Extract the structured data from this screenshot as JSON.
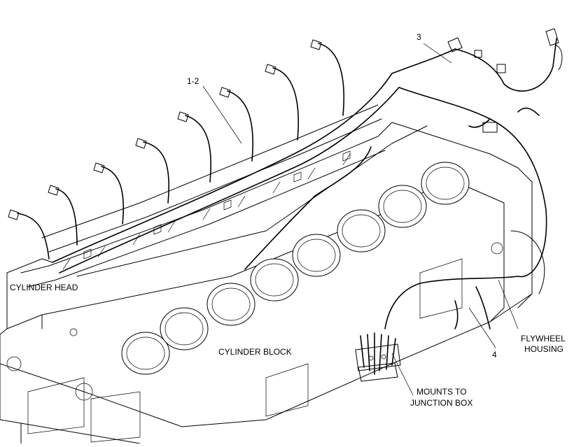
{
  "labels": {
    "callout_1_2": "1-2",
    "callout_3": "3",
    "callout_4": "4",
    "cylinder_head": "CYLINDER HEAD",
    "cylinder_block": "CYLINDER BLOCK",
    "flywheel_housing_line1": "FLYWHEEL",
    "flywheel_housing_line2": "HOUSING",
    "mounts_line1": "MOUNTS TO",
    "mounts_line2": "JUNCTION BOX"
  }
}
